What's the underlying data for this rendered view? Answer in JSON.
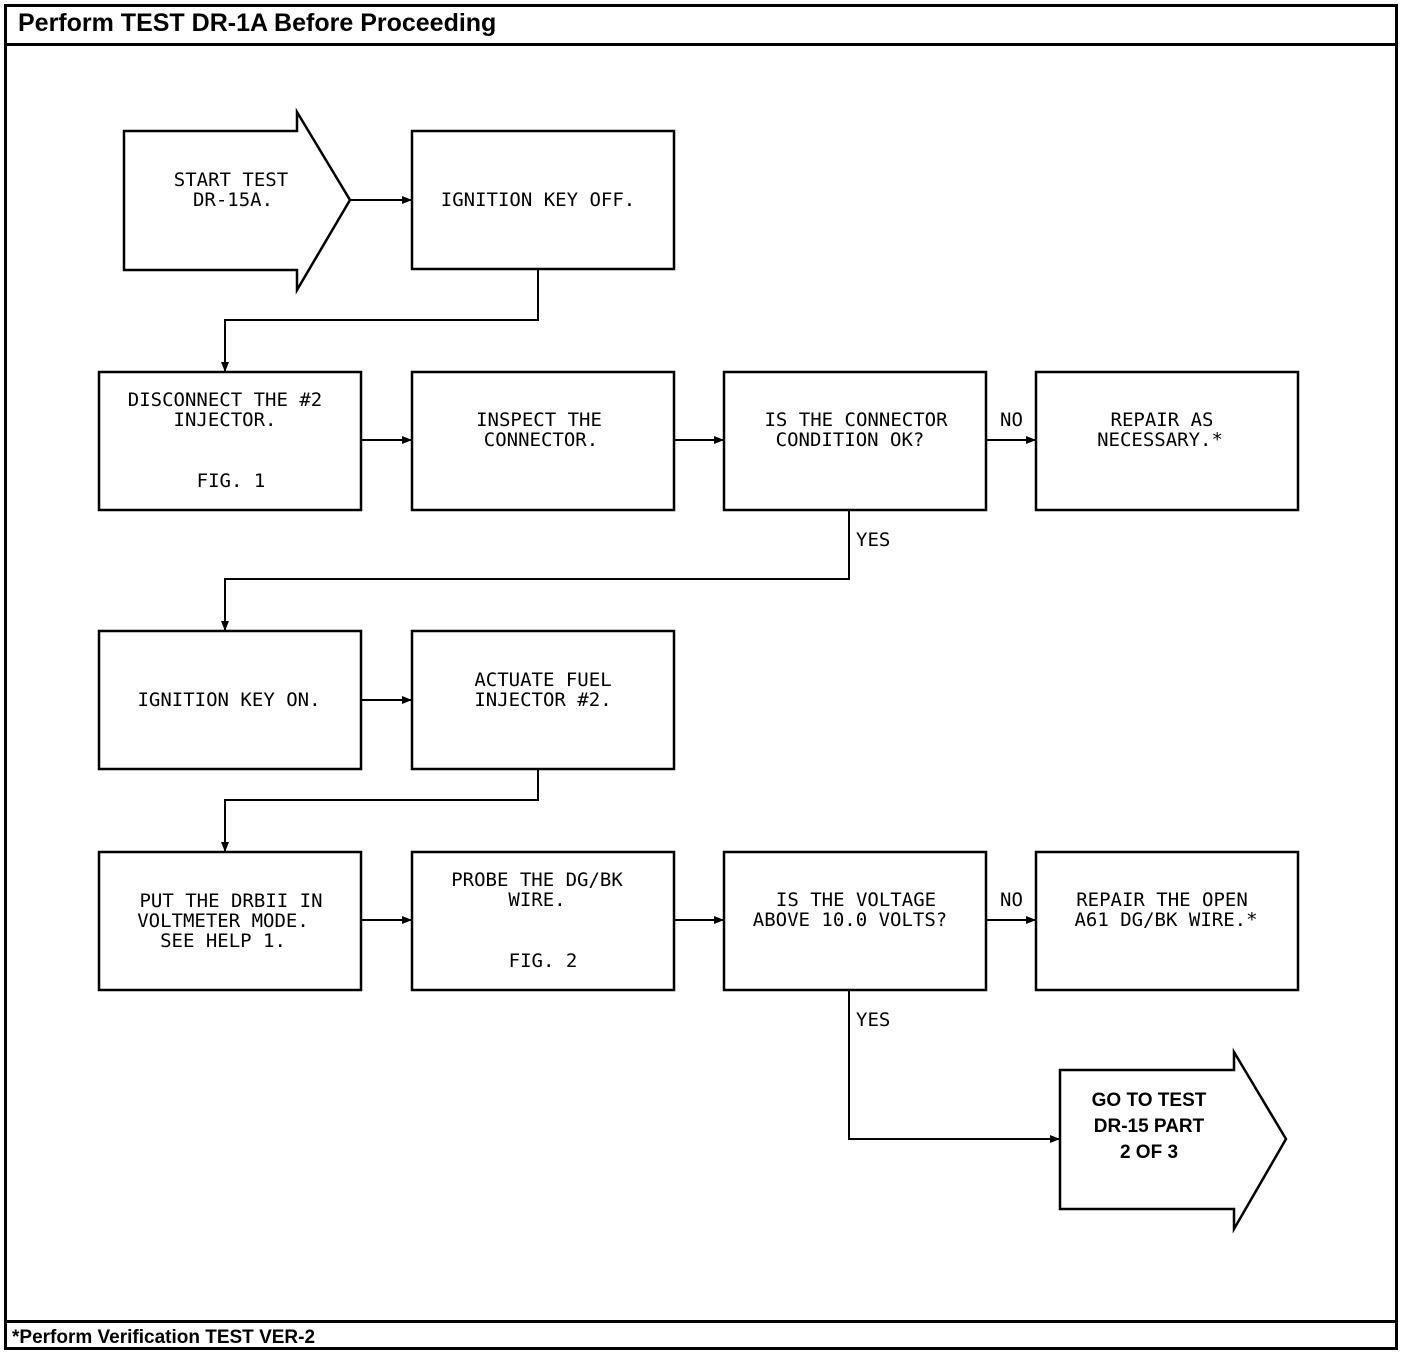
{
  "header": {
    "title": "Perform TEST DR-1A Before Proceeding"
  },
  "footer": {
    "note": "*Perform Verification TEST VER-2"
  },
  "nodes": {
    "start": {
      "lines": [
        "START TEST",
        "DR-15A."
      ]
    },
    "key_off": {
      "lines": [
        "IGNITION KEY OFF."
      ]
    },
    "disconnect": {
      "lines": [
        "DISCONNECT THE #2",
        "INJECTOR."
      ],
      "fig": "FIG. 1"
    },
    "inspect": {
      "lines": [
        "INSPECT THE",
        "CONNECTOR."
      ]
    },
    "q_connector": {
      "lines": [
        "IS THE CONNECTOR",
        "CONDITION OK?"
      ]
    },
    "repair1": {
      "lines": [
        "REPAIR AS",
        "NECESSARY.*"
      ]
    },
    "key_on": {
      "lines": [
        "IGNITION KEY ON."
      ]
    },
    "actuate": {
      "lines": [
        "ACTUATE FUEL",
        "INJECTOR #2."
      ]
    },
    "drbii": {
      "lines": [
        "PUT THE DRBII IN",
        "VOLTMETER MODE.",
        "SEE HELP 1."
      ]
    },
    "probe": {
      "lines": [
        "PROBE THE DG/BK",
        "WIRE."
      ],
      "fig": "FIG. 2"
    },
    "q_voltage": {
      "lines": [
        "IS THE VOLTAGE",
        "ABOVE 10.0 VOLTS?"
      ]
    },
    "repair2": {
      "lines": [
        "REPAIR THE OPEN",
        "A61 DG/BK WIRE.*"
      ]
    },
    "goto": {
      "lines": [
        "GO TO TEST",
        "DR-15 PART",
        "2 OF 3"
      ]
    }
  },
  "labels": {
    "no1": "NO",
    "yes1": "YES",
    "no2": "NO",
    "yes2": "YES"
  }
}
